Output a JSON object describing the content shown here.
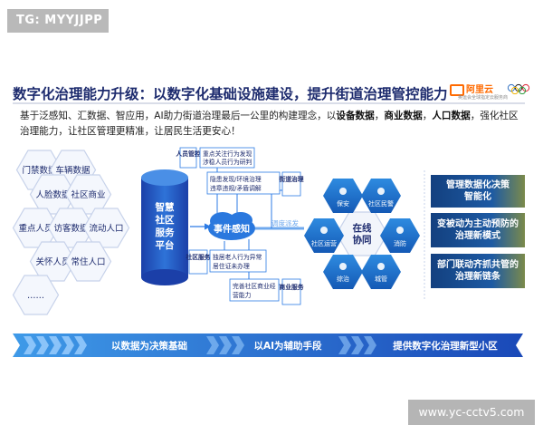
{
  "watermarks": {
    "top_left": "TG: MYYJJPP",
    "bottom_right": "www.yc-cctv5.com"
  },
  "header": {
    "title": "数字化治理能力升级：以数字化基础设施建设，提升街道治理管控能力",
    "logo": "阿里云",
    "logo_sub": "奥运会全球指定云服务商"
  },
  "intro": {
    "prefix": "基于泛感知、汇数据、智应用，AI助力街道治理最后一公里的构建理念，以",
    "bold1": "设备数据",
    "sep1": "，",
    "bold2": "商业数据",
    "sep2": "，",
    "bold3": "人口数据",
    "suffix": "，强化社区治理能力，让社区管理更精准，让居民生活更安心！"
  },
  "data_hexes": [
    "门禁数据",
    "车辆数据",
    "人脸数据",
    "社区商业",
    "重点人员",
    "访客数据",
    "流动人口",
    "关怀人员",
    "常住人口",
    "……"
  ],
  "cylinder": {
    "label": "智慧社区服务平台"
  },
  "flows": {
    "renyuan_guankong": "人员管控",
    "renyuan_desc1": "重点关注行为发现",
    "renyuan_desc2": "涉稳人员行为研判",
    "yinhuan_desc1": "隐患发现/环境治理",
    "yinhuan_desc2": "违章违规/矛盾调解",
    "jiedao_zhili": "街道治理",
    "event": "事件感知",
    "dispatch": "调度派发",
    "shequ_fuwu": "社区服务",
    "shequ_desc1": "独居老人行为异常",
    "shequ_desc2": "居住证未办理",
    "shangye_desc1": "完善社区商业经",
    "shangye_desc2": "营能力",
    "shangye_fuwu": "商业服务"
  },
  "center": {
    "label": "在线协同",
    "spokes": [
      "保安",
      "社区民警",
      "消防",
      "城管",
      "综治",
      "社区运营"
    ]
  },
  "solutions": [
    "管理数据化决策智能化",
    "变被动为主动预防的治理新模式",
    "部门联动齐抓共管的治理新链条"
  ],
  "banner": [
    "以数据为决策基础",
    "以AI为辅助手段",
    "提供数字化治理新型小区"
  ]
}
